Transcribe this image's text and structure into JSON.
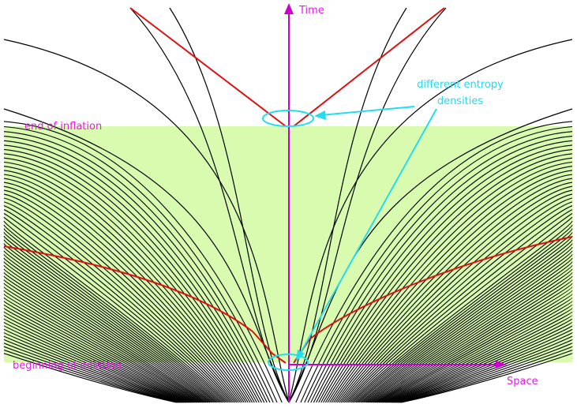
{
  "labels": {
    "time": "Time",
    "space": "Space",
    "end_of_inflation": "end of inflation",
    "beginning_of_inflation": "beginning of inflation",
    "annotation_line1": "different entropy",
    "annotation_line2": "densities"
  },
  "colors": {
    "inflation_band": "#d9fbb0",
    "axis": "#cc00cc",
    "annotation": "#22ddee",
    "worldline": "#000000",
    "highlight_worldline": "#e01010",
    "label_text": "#e020e0"
  }
}
